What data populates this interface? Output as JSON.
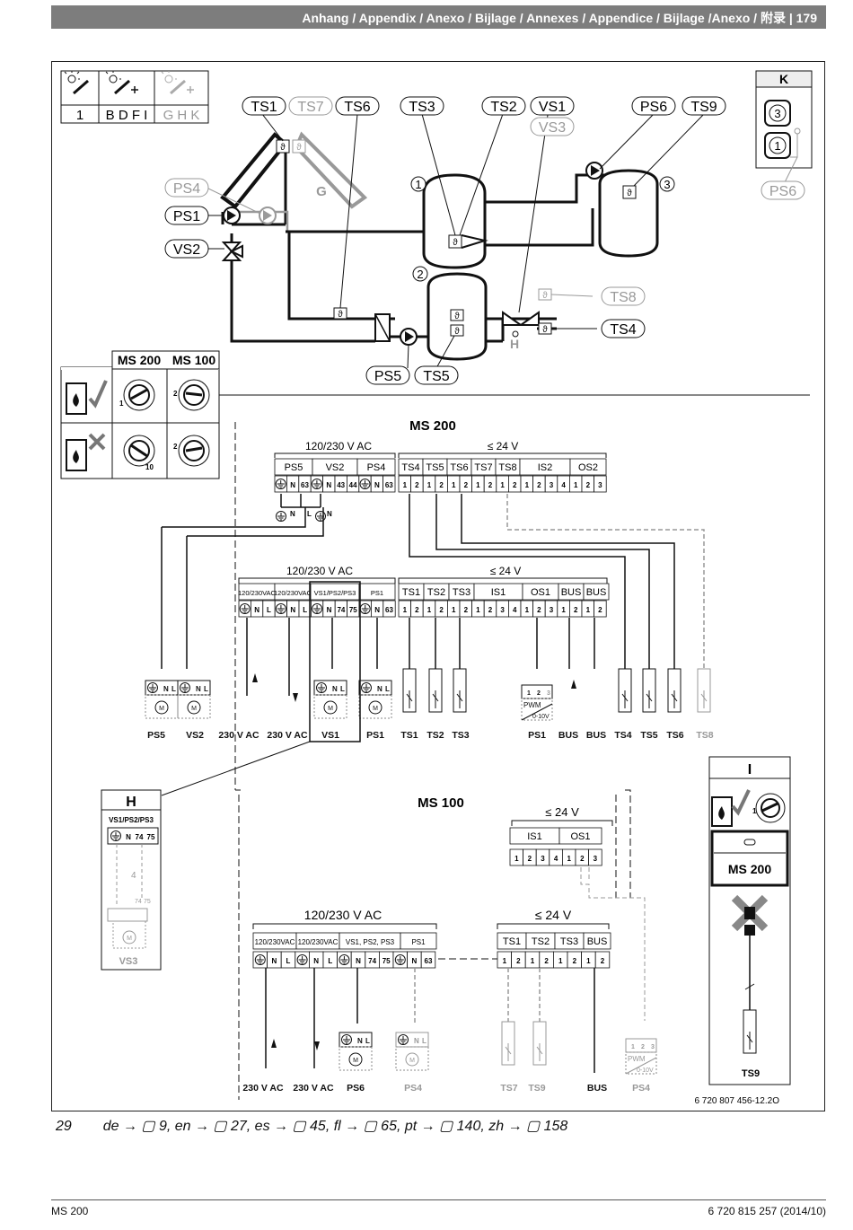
{
  "header": {
    "title": "Anhang / Appendix / Anexo / Bijlage / Annexes / Appendice / Bijlage /Anexo / 附录 | 179"
  },
  "legend_table": {
    "col1": "1",
    "col2": "B D F I",
    "col3": "G H K"
  },
  "collector_field_label": "G",
  "tank_numbers": [
    "1",
    "2",
    "3"
  ],
  "hydraulic_labels": {
    "ts1": "TS1",
    "ts7": "TS7",
    "ts6": "TS6",
    "ts3": "TS3",
    "ts2": "TS2",
    "vs1": "VS1",
    "vs3": "VS3",
    "ps6": "PS6",
    "ts9": "TS9",
    "ps4": "PS4",
    "ps1": "PS1",
    "vs2": "VS2",
    "ts8": "TS8",
    "ts4": "TS4",
    "ps5": "PS5",
    "ts5": "TS5",
    "h": "H"
  },
  "option_k": {
    "title": "K",
    "item_top": "3",
    "item_bottom": "1",
    "label": "PS6"
  },
  "coding_box": {
    "ms200": "MS 200",
    "ms100": "MS 100",
    "dial_value_a": "1",
    "dial_value_b": "2",
    "dial_value_c": "10",
    "dial_value_d": "2"
  },
  "ms200_block": {
    "title": "MS 200",
    "power_group": "120/230 V AC",
    "low_group": "≤ 24 V",
    "power_heads": [
      "PS5",
      "VS2",
      "PS4"
    ],
    "low_heads": [
      "TS4",
      "TS5",
      "TS6",
      "TS7",
      "TS8",
      "IS2",
      "OS2"
    ],
    "terminals_power": [
      "N",
      "63",
      "N",
      "43",
      "44",
      "N",
      "63"
    ],
    "terminals_low": [
      "1",
      "2",
      "1",
      "2",
      "1",
      "2",
      "1",
      "2",
      "1",
      "2",
      "1",
      "2",
      "3",
      "4",
      "1",
      "2",
      "3"
    ],
    "bridge_labels": [
      "N",
      "L"
    ]
  },
  "ms100_upper_block": {
    "power_group": "120/230 V AC",
    "low_group": "≤ 24 V",
    "power_heads": [
      "120/230VAC",
      "120/230VAC",
      "VS1/PS2/PS3",
      "PS1"
    ],
    "low_heads": [
      "TS1",
      "TS2",
      "TS3",
      "IS1",
      "OS1",
      "BUS",
      "BUS"
    ],
    "terminals_power": [
      "N",
      "L",
      "N",
      "L",
      "N",
      "74",
      "75",
      "N",
      "63"
    ],
    "terminals_low": [
      "1",
      "2",
      "1",
      "2",
      "1",
      "2",
      "1",
      "2",
      "3",
      "4",
      "1",
      "2",
      "3",
      "1",
      "2",
      "1",
      "2"
    ]
  },
  "bottom_labels_upper": [
    "PS5",
    "VS2",
    "230 V AC",
    "230 V AC",
    "VS1",
    "PS1",
    "TS1",
    "TS2",
    "TS3",
    "PS1",
    "BUS",
    "BUS",
    "TS4",
    "TS5",
    "TS6",
    "TS8"
  ],
  "pwm": {
    "label": "PWM",
    "range": "0-10V",
    "pins": [
      "1",
      "2",
      "3"
    ]
  },
  "motor_label": "M",
  "detail_h": {
    "title": "H",
    "head": "VS1/PS2/PS3",
    "terms": [
      "N",
      "74",
      "75"
    ],
    "wire": "4",
    "small_terms": [
      "74",
      "75"
    ],
    "label": "VS3"
  },
  "ms100_lower": {
    "title": "MS 100",
    "os_group": "≤ 24 V",
    "os_heads": [
      "IS1",
      "OS1"
    ],
    "os_terms": [
      "1",
      "2",
      "3",
      "4",
      "1",
      "2",
      "3"
    ],
    "power_group": "120/230 V AC",
    "low_group": "≤ 24 V",
    "power_heads": [
      "120/230VAC",
      "120/230VAC",
      "VS1, PS2, PS3",
      "PS1"
    ],
    "low_heads": [
      "TS1",
      "TS2",
      "TS3",
      "BUS"
    ],
    "terminals_power": [
      "N",
      "L",
      "N",
      "L",
      "N",
      "74",
      "75",
      "N",
      "63"
    ],
    "terminals_low": [
      "1",
      "2",
      "1",
      "2",
      "1",
      "2",
      "1",
      "2"
    ]
  },
  "bottom_labels_lower": [
    "230 V AC",
    "230 V AC",
    "PS6",
    "PS4",
    "TS7",
    "TS9",
    "BUS",
    "PS4"
  ],
  "option_i": {
    "title": "I",
    "display": "MS 200",
    "dial_value": "1",
    "label": "TS9"
  },
  "doc_code": "6 720 807 456-12.2O",
  "caption": {
    "fig": "29",
    "text": "de → ▢ 9, en → ▢ 27, es → ▢ 45, fl → ▢ 65, pt → ▢ 140, zh → ▢ 158"
  },
  "footer": {
    "left": "MS 200",
    "right": "6 720 815 257 (2014/10)"
  }
}
